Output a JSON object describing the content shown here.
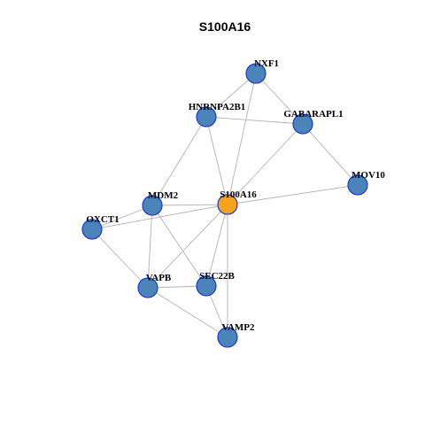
{
  "title": "S100A16",
  "colors": {
    "center_node": "#f5a31a",
    "center_border": "#1c3bd1",
    "node": "#4a84b8",
    "node_border": "#1c3bd1",
    "edge": "#b3b3b3"
  },
  "center": "S100A16",
  "nodes": [
    {
      "id": "NXF1",
      "label": "NXF1"
    },
    {
      "id": "HNRNPA2B1",
      "label": "HNRNPA2B1"
    },
    {
      "id": "GABARAPL1",
      "label": "GABARAPL1"
    },
    {
      "id": "MOV10",
      "label": "MOV10"
    },
    {
      "id": "S100A16",
      "label": "S100A16"
    },
    {
      "id": "MDM2",
      "label": "MDM2"
    },
    {
      "id": "OXCT1",
      "label": "OXCT1"
    },
    {
      "id": "SEC22B",
      "label": "SEC22B"
    },
    {
      "id": "VAPB",
      "label": "VAPB"
    },
    {
      "id": "VAMP2",
      "label": "VAMP2"
    }
  ],
  "edges": [
    [
      "NXF1",
      "HNRNPA2B1"
    ],
    [
      "NXF1",
      "GABARAPL1"
    ],
    [
      "NXF1",
      "S100A16"
    ],
    [
      "HNRNPA2B1",
      "GABARAPL1"
    ],
    [
      "HNRNPA2B1",
      "S100A16"
    ],
    [
      "HNRNPA2B1",
      "MDM2"
    ],
    [
      "GABARAPL1",
      "MOV10"
    ],
    [
      "GABARAPL1",
      "S100A16"
    ],
    [
      "MOV10",
      "S100A16"
    ],
    [
      "S100A16",
      "MDM2"
    ],
    [
      "S100A16",
      "OXCT1"
    ],
    [
      "S100A16",
      "SEC22B"
    ],
    [
      "S100A16",
      "VAPB"
    ],
    [
      "S100A16",
      "VAMP2"
    ],
    [
      "MDM2",
      "OXCT1"
    ],
    [
      "MDM2",
      "VAPB"
    ],
    [
      "MDM2",
      "SEC22B"
    ],
    [
      "OXCT1",
      "VAPB"
    ],
    [
      "VAPB",
      "SEC22B"
    ],
    [
      "VAPB",
      "VAMP2"
    ],
    [
      "SEC22B",
      "VAMP2"
    ]
  ]
}
